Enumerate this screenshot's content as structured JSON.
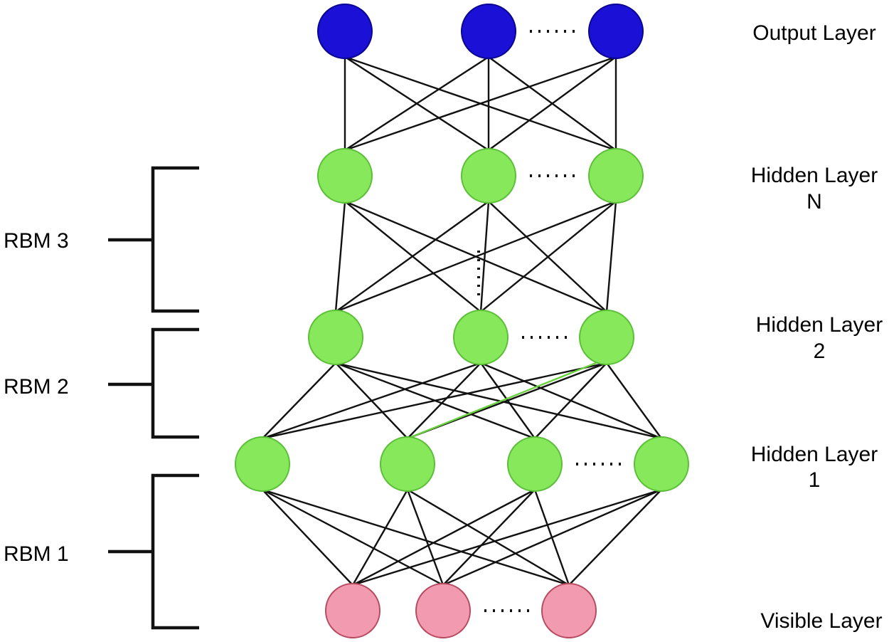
{
  "layers": [
    {
      "id": "output",
      "label_lines": [
        "Output Layer"
      ],
      "color": "#1a10d6",
      "stroke": "#0a0590"
    },
    {
      "id": "hiddenN",
      "label_lines": [
        "Hidden Layer",
        "N"
      ],
      "color": "#86e85a",
      "stroke": "#5cbf38"
    },
    {
      "id": "hidden2",
      "label_lines": [
        "Hidden Layer",
        "2"
      ],
      "color": "#86e85a",
      "stroke": "#5cbf38"
    },
    {
      "id": "hidden1",
      "label_lines": [
        "Hidden Layer",
        "1"
      ],
      "color": "#86e85a",
      "stroke": "#5cbf38"
    },
    {
      "id": "visible",
      "label_lines": [
        "Visible Layer"
      ],
      "color": "#f29bb0",
      "stroke": "#b84a60"
    }
  ],
  "rbms": [
    {
      "id": "rbm3",
      "label": "RBM 3"
    },
    {
      "id": "rbm2",
      "label": "RBM 2"
    },
    {
      "id": "rbm1",
      "label": "RBM 1"
    }
  ],
  "colors": {
    "edge": "#111111",
    "highlight_edge": "#6ad13c"
  },
  "ellipsis_between_hidden_layers": true
}
